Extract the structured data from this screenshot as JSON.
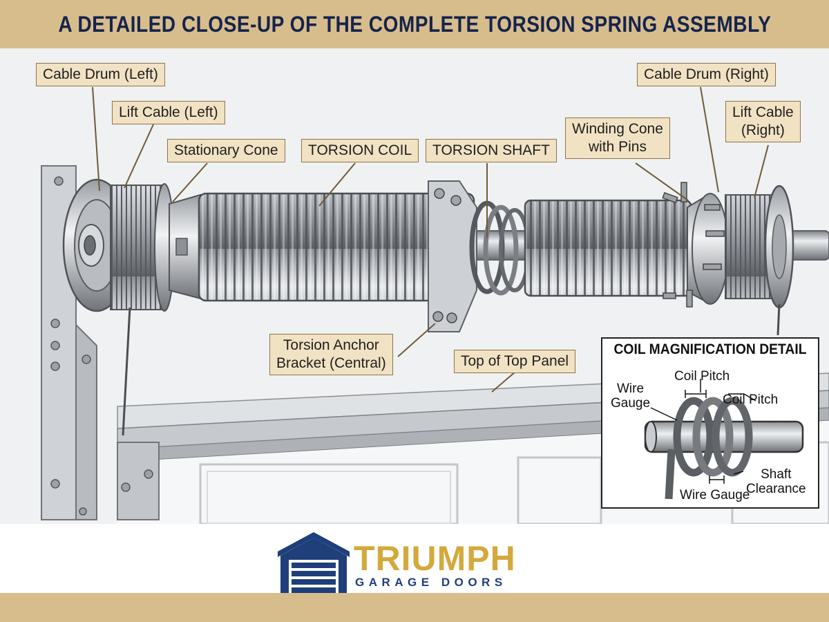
{
  "title": "A DETAILED CLOSE-UP OF THE COMPLETE TORSION SPRING ASSEMBLY",
  "callouts": {
    "cable_drum_left": "Cable Drum (Left)",
    "lift_cable_left": "Lift Cable (Left)",
    "stationary_cone": "Stationary Cone",
    "torsion_coil": "TORSION COIL",
    "torsion_shaft": "TORSION SHAFT",
    "winding_cone_line1": "Winding Cone",
    "winding_cone_line2": "with Pins",
    "cable_drum_right": "Cable Drum (Right)",
    "lift_cable_right_line1": "Lift Cable",
    "lift_cable_right_line2": "(Right)",
    "anchor_bracket_line1": "Torsion Anchor",
    "anchor_bracket_line2": "Bracket (Central)",
    "top_panel": "Top of Top Panel"
  },
  "detail": {
    "title": "COIL MAGNIFICATION DETAIL",
    "wire_gauge_top_line1": "Wire",
    "wire_gauge_top_line2": "Gauge",
    "coil_pitch_top": "Coil Pitch",
    "coil_pitch_right": "Coil Pitch",
    "wire_gauge_bottom": "Wire Gauge",
    "shaft_clearance_line1": "Shaft",
    "shaft_clearance_line2": "Clearance"
  },
  "brand": {
    "name": "TRIUMPH",
    "sub": "GARAGE DOORS"
  },
  "colors": {
    "band": "#d8bd8c",
    "title": "#15244d",
    "brand_gold": "#d4a93c",
    "brand_navy": "#1f3f7a",
    "callout_fill": "#f2e2c4"
  }
}
